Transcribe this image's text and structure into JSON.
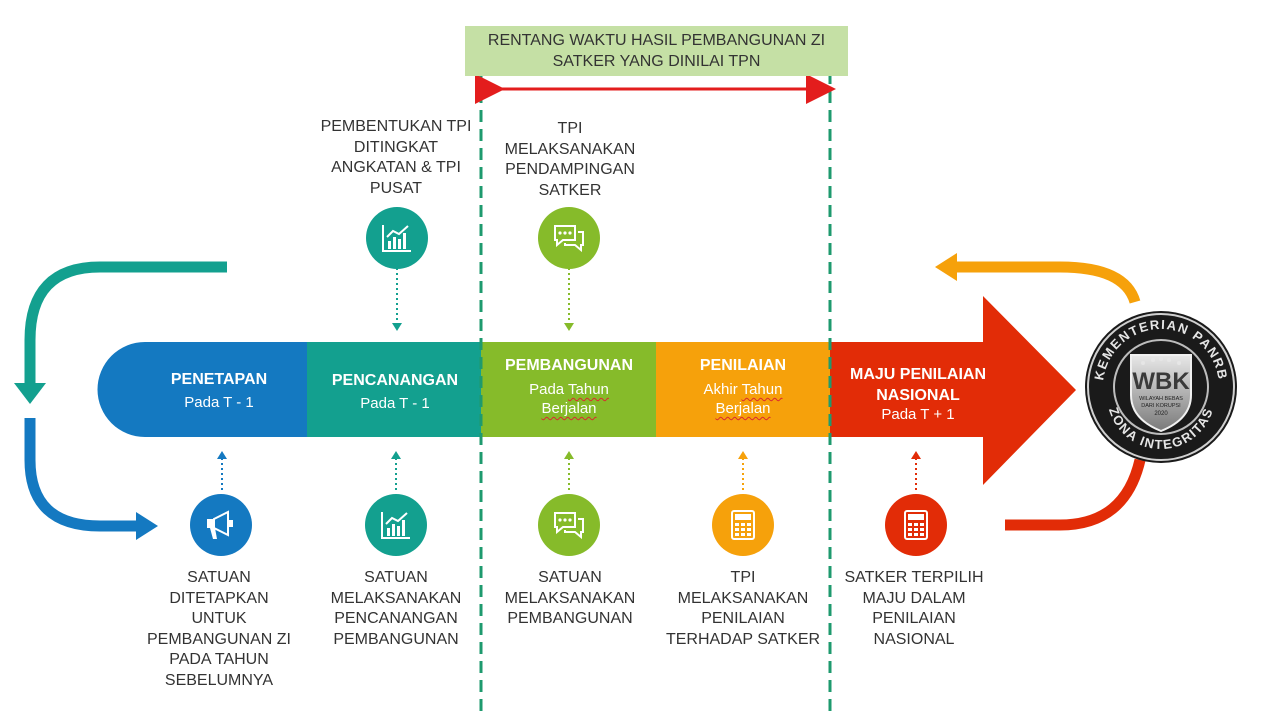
{
  "banner": {
    "text": "RENTANG WAKTU HASIL PEMBANGUNAN ZI SATKER YANG DINILAI TPN"
  },
  "top_labels": {
    "pencanangan": "PEMBENTUKAN TPI DITINGKAT ANGKATAN & TPI PUSAT",
    "pembangunan": "TPI MELAKSANAKAN PENDAMPINGAN SATKER"
  },
  "stages": [
    {
      "title": "PENETAPAN",
      "sub": "Pada T - 1",
      "color": "#1479c1"
    },
    {
      "title": "PENCANANGAN",
      "sub": "Pada T - 1",
      "color": "#13a08f"
    },
    {
      "title": "PEMBANGUNAN",
      "sub_prefix": "Pada ",
      "sub_a": "Tahun",
      "sub_b": "Berjalan",
      "color": "#86bb2a"
    },
    {
      "title": "PENILAIAN",
      "sub_prefix": "Akhir ",
      "sub_a": "Tahun",
      "sub_b": "Berjalan",
      "color": "#f6a10b"
    },
    {
      "title": "MAJU PENILAIAN NASIONAL",
      "sub": "Pada T + 1",
      "color": "#e22c07"
    }
  ],
  "bottom_labels": [
    "SATUAN DITETAPKAN UNTUK PEMBANGUNAN ZI PADA TAHUN SEBELUMNYA",
    "SATUAN MELAKSANAKAN PENCANANGAN PEMBANGUNAN",
    "SATUAN MELAKSANAKAN PEMBANGUNAN",
    "TPI MELAKSANAKAN PENILAIAN TERHADAP SATKER",
    "SATKER TERPILIH MAJU DALAM PENILAIAN NASIONAL"
  ],
  "icons": {
    "top": [
      "chart-icon",
      "chat-icon"
    ],
    "bottom": [
      "megaphone-icon",
      "chart-icon",
      "chat-icon",
      "calculator-icon",
      "calculator-icon"
    ]
  },
  "badge": {
    "top_text": "KEMENTERIAN PANRB",
    "bottom_text": "ZONA INTEGRITAS",
    "center_text": "WBK",
    "sub_line1": "WILAYAH BEBAS",
    "sub_line2": "DARI KORUPSI",
    "year": "2020"
  },
  "colors": {
    "banner": "#c5e0a5",
    "divider": "#1e9a6e",
    "range_arrow": "#e31d1d"
  }
}
